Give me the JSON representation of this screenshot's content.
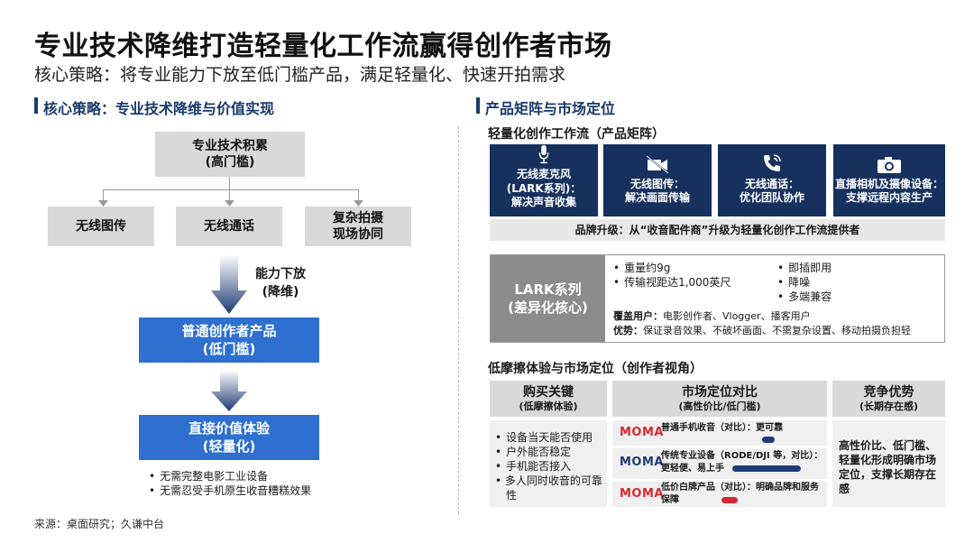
{
  "header": {
    "title": "专业技术降维打造轻量化工作流赢得创作者市场",
    "subtitle": "核心策略：将专业能力下放至低门槛产品，满足轻量化、快速开拍需求"
  },
  "left": {
    "heading": "核心策略：专业技术降维与价值实现",
    "top_box": {
      "line1": "专业技术积累",
      "line2": "(高门槛)"
    },
    "branches": [
      {
        "line1": "无线图传",
        "line2": ""
      },
      {
        "line1": "无线通话",
        "line2": ""
      },
      {
        "line1": "复杂拍摄",
        "line2": "现场协同"
      }
    ],
    "arrow_label": {
      "line1": "能力下放",
      "line2": "(降维)"
    },
    "mid_box": {
      "line1": "普通创作者产品",
      "line2": "(低门槛)"
    },
    "bottom_box": {
      "line1": "直接价值体验",
      "line2": "(轻量化)"
    },
    "notes": [
      "无需完整电影工业设备",
      "无需忍受手机原生收音糟糕效果"
    ]
  },
  "right": {
    "heading": "产品矩阵与市场定位",
    "matrix_title": "轻量化创作工作流（产品矩阵）",
    "products": [
      {
        "icon": "microphone-icon",
        "lines": [
          "无线麦克风",
          "(LARK系列)：",
          "解决声音收集"
        ]
      },
      {
        "icon": "video-camera-icon",
        "lines": [
          "无线图传：",
          "解决画面传输"
        ]
      },
      {
        "icon": "phone-call-icon",
        "lines": [
          "无线通话：",
          "优化团队协作"
        ]
      },
      {
        "icon": "camera-icon",
        "lines": [
          "直播相机及摄像设备：",
          "支撑远程内容生产"
        ]
      }
    ],
    "upgrade": "品牌升级：从“收音配件商”升级为轻量化创作工作流提供者",
    "lark": {
      "title": "LARK系列",
      "subtitle": "(差异化核心)",
      "features_left": [
        "重量约9g",
        "传输视距达1,000英尺"
      ],
      "features_right": [
        "即插即用",
        "降噪",
        "多端兼容"
      ],
      "coverage_label": "覆盖用户：",
      "coverage": "电影创作者、Vlogger、播客用户",
      "advantage_label": "优势：",
      "advantage": "保证录音效果、不破坏画面、不需复杂设置、移动拍摄负担轻"
    },
    "market_title": "低摩擦体验与市场定位（创作者视角）",
    "columns": {
      "buy": {
        "title": "购买关键",
        "sub": "(低摩擦体验)"
      },
      "compare": {
        "title": "市场定位对比",
        "sub": "(高性价比/低门槛)"
      },
      "edge": {
        "title": "竞争优势",
        "sub": "(长期存在感)"
      }
    },
    "buy_points": [
      "设备当天能否使用",
      "户外能否稳定",
      "手机能否接入",
      "多人同时收音的可靠性"
    ],
    "compare_rows": [
      {
        "brand": "MOMA",
        "label": "普通手机收音（对比）：",
        "desc": "更可靠",
        "value": 0.3
      },
      {
        "brand": "MOMA",
        "label": "传统专业设备（RODE/DJI 等，对比）：",
        "desc": "更轻便、易上手",
        "value": 0.45
      },
      {
        "brand": "MOMA",
        "label": "低价白牌产品（对比）：",
        "desc": "明确品牌和服务保障",
        "value": 0.3
      }
    ],
    "edge_text": "高性价比、低门槛、轻量化形成明确市场定位，支撑长期存在感"
  },
  "source": "来源：桌面研究；久谦中台",
  "colors": {
    "navy": "#17315f",
    "blue": "#2e6fd0",
    "moma_red": "#d7282f",
    "moma_blue": "#1f3c74",
    "gray_box": "#d9d9d9"
  }
}
